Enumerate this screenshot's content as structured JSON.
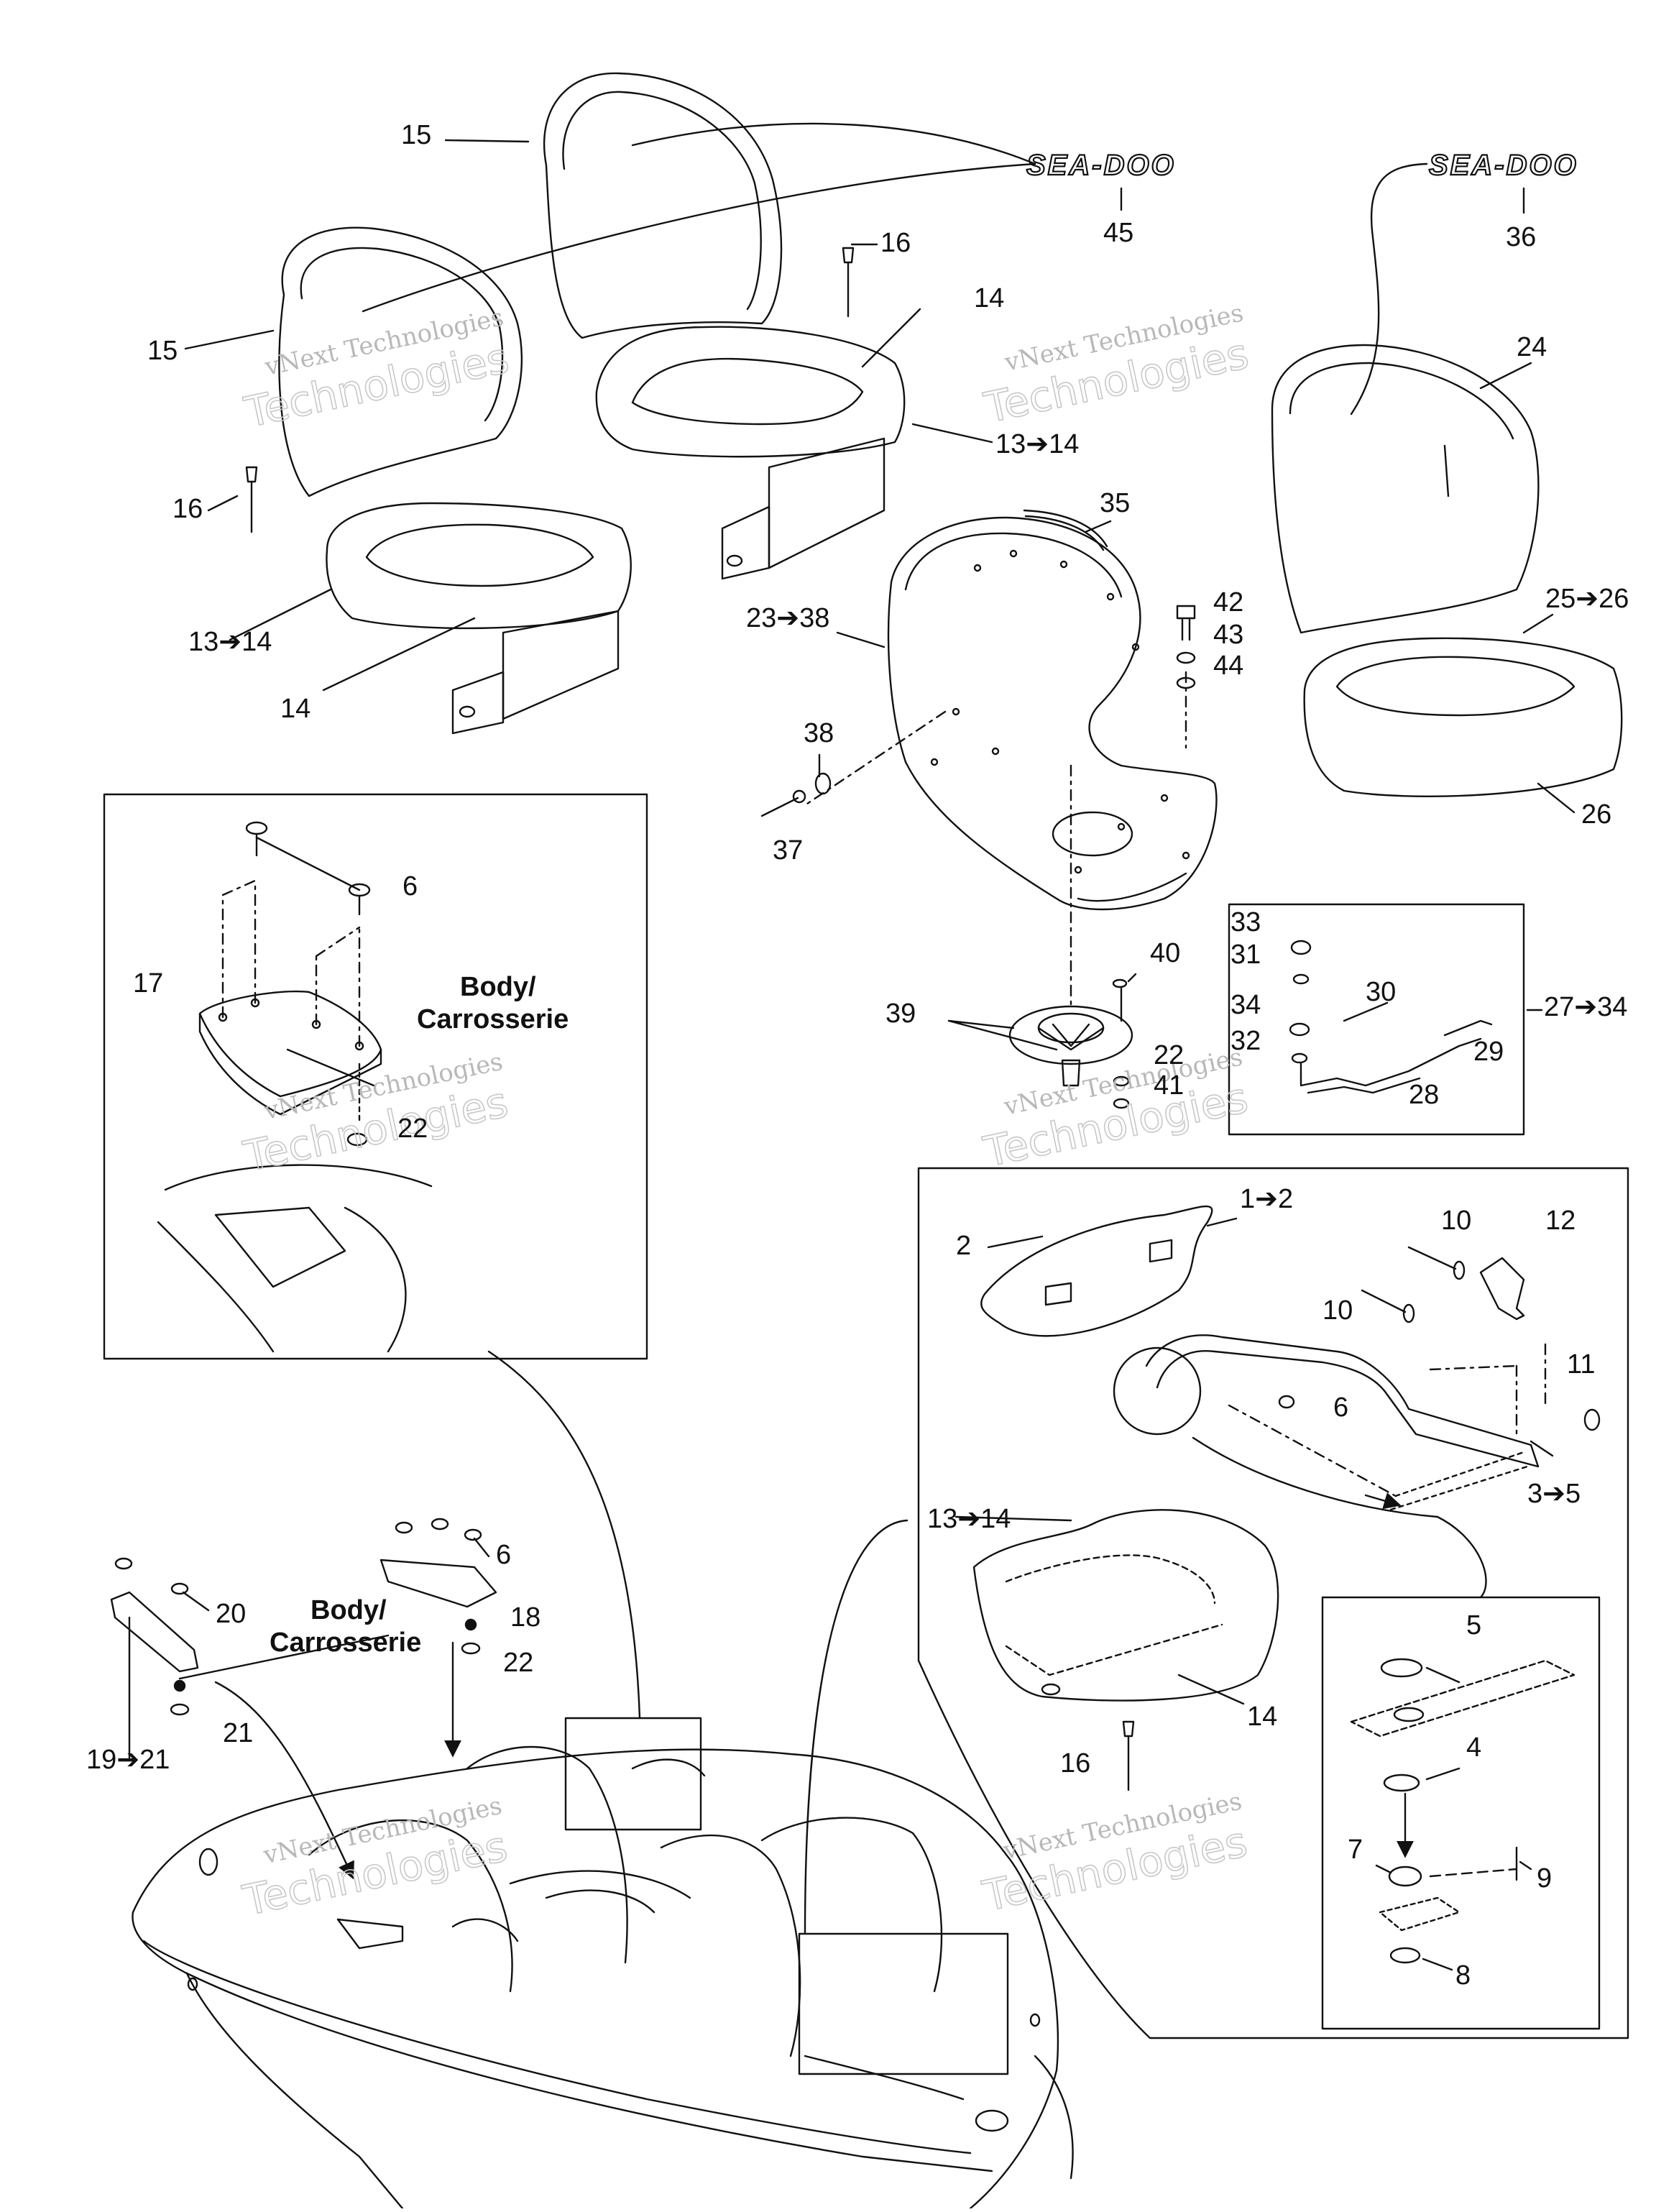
{
  "diagram": {
    "brand_logo_text": "SEA-DOO",
    "watermark": {
      "line1": "vNext Technologies",
      "line2": "Technologies"
    },
    "callouts": {
      "c15a": "15",
      "c15b": "15",
      "c16a": "16",
      "c16b": "16",
      "c16c": "16",
      "c14a": "14",
      "c14b": "14",
      "c14c": "14",
      "c13_14a": "13➔14",
      "c13_14b": "13➔14",
      "c13_14c": "13➔14",
      "c45": "45",
      "c36": "36",
      "c24": "24",
      "c25_26": "25➔26",
      "c26": "26",
      "c35": "35",
      "c23_38": "23➔38",
      "c42": "42",
      "c43": "43",
      "c44": "44",
      "c38": "38",
      "c37": "37",
      "c6a": "6",
      "c6b": "6",
      "c6c": "6",
      "c17": "17",
      "c22a": "22",
      "c22b": "22",
      "c22c": "22",
      "c40": "40",
      "c39": "39",
      "c41": "41",
      "c33": "33",
      "c31": "31",
      "c30": "30",
      "c34": "34",
      "c32": "32",
      "c29": "29",
      "c28": "28",
      "c27_34": "27➔34",
      "c1_2": "1➔2",
      "c2": "2",
      "c10a": "10",
      "c10b": "10",
      "c12": "12",
      "c11": "11",
      "c3_5": "3➔5",
      "c5": "5",
      "c4": "4",
      "c7": "7",
      "c9": "9",
      "c8": "8",
      "c18": "18",
      "c20": "20",
      "c21": "21",
      "c19_21": "19➔21"
    },
    "body_label": {
      "line1": "Body/",
      "line2": "Carrosserie"
    }
  }
}
